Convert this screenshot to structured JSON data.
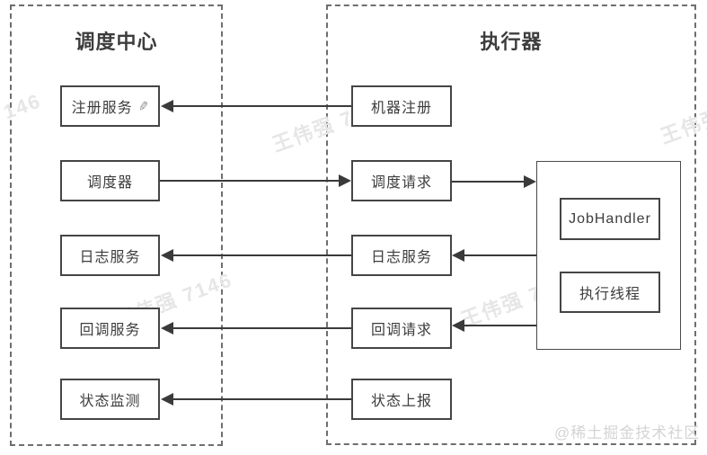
{
  "diagram": {
    "left_panel": {
      "title": "调度中心",
      "boxes": [
        {
          "label": "注册服务"
        },
        {
          "label": "调度器"
        },
        {
          "label": "日志服务"
        },
        {
          "label": "回调服务"
        },
        {
          "label": "状态监测"
        }
      ]
    },
    "right_panel": {
      "title": "执行器",
      "boxes": [
        {
          "label": "机器注册"
        },
        {
          "label": "调度请求"
        },
        {
          "label": "日志服务"
        },
        {
          "label": "回调请求"
        },
        {
          "label": "状态上报"
        }
      ],
      "executor_group": {
        "boxes": [
          {
            "label": "JobHandler"
          },
          {
            "label": "执行线程"
          }
        ]
      }
    },
    "icons": {
      "edit_icon": "✎"
    },
    "watermarks": {
      "author": "王伟强 7146",
      "community": "@稀土掘金技术社区"
    },
    "colors": {
      "line": "#3a3a3a",
      "box_border": "#454545",
      "panel_border": "#6e6e6e",
      "text": "#3d3d3d",
      "watermark": "#e6e6e6",
      "community_watermark": "#d4d4d4"
    }
  }
}
